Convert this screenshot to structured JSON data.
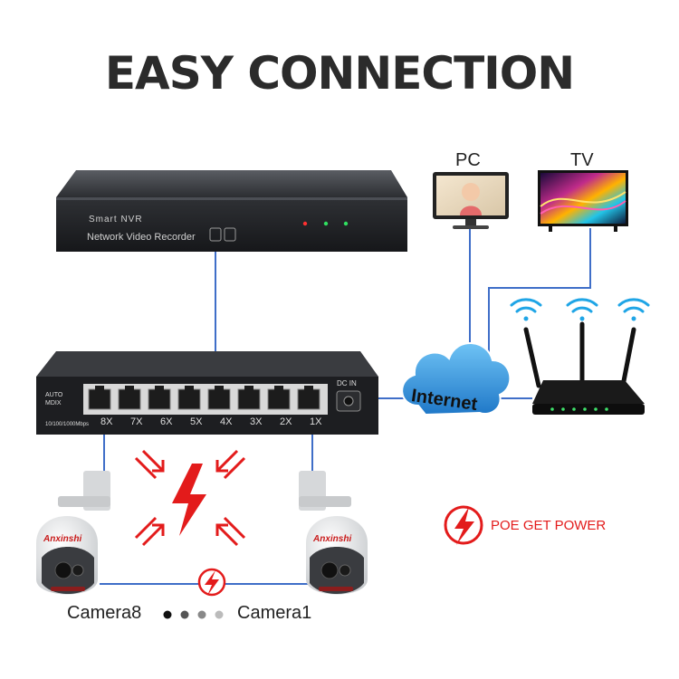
{
  "title": "EASY CONNECTION",
  "nvr": {
    "brand": "Smart NVR",
    "model": "Network Video Recorder"
  },
  "switch": {
    "side_label_1": "AUTO",
    "side_label_2": "MDIX",
    "speed_label": "10/100/1000Mbps",
    "dc_label": "DC IN",
    "ports": [
      "8X",
      "7X",
      "6X",
      "5X",
      "4X",
      "3X",
      "2X",
      "1X"
    ]
  },
  "devices": {
    "pc": "PC",
    "tv": "TV"
  },
  "cloud": {
    "label": "Internet"
  },
  "cameras": {
    "brand": "Anxinshi",
    "left_label": "Camera8",
    "right_label": "Camera1",
    "dots": [
      "#111111",
      "#555555",
      "#888888",
      "#bbbbbb"
    ]
  },
  "legend": {
    "poe": "POE GET POWER"
  },
  "colors": {
    "wire": "#3f6ec8",
    "accent": "#e31b1b",
    "wifi": "#1fa5e6",
    "cloud": "#2f8fdc"
  }
}
